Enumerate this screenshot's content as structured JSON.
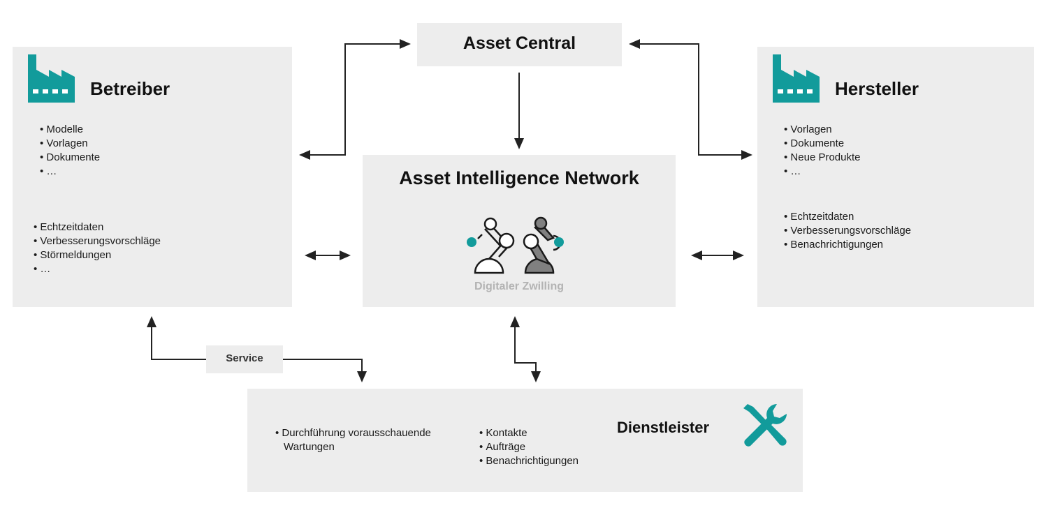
{
  "colors": {
    "accent": "#129b9b",
    "box": "#ededed",
    "arrow": "#222222",
    "caption": "#b3b3b3"
  },
  "asset_central": {
    "title": "Asset Central"
  },
  "betreiber": {
    "title": "Betreiber",
    "icon": "factory-icon",
    "list1": [
      "Modelle",
      "Vorlagen",
      "Dokumente",
      "…"
    ],
    "list2": [
      "Echtzeitdaten",
      "Verbesserungsvorschläge",
      "Störmeldungen",
      "…"
    ]
  },
  "hersteller": {
    "title": "Hersteller",
    "icon": "factory-icon",
    "list1": [
      "Vorlagen",
      "Dokumente",
      "Neue Produkte",
      "…"
    ],
    "list2": [
      "Echtzeitdaten",
      "Verbesserungsvorschläge",
      "Benachrichtigungen"
    ]
  },
  "ain": {
    "title": "Asset Intelligence Network",
    "icon": "robot-arms-icon",
    "caption": "Digitaler Zwilling"
  },
  "service": {
    "label": "Service"
  },
  "dienstleister": {
    "title": "Dienstleister",
    "icon": "tools-icon",
    "list1": [
      "Durchführung vorausschauende",
      "Wartungen"
    ],
    "list2": [
      "Kontakte",
      "Aufträge",
      "Benachrichtigungen"
    ]
  }
}
